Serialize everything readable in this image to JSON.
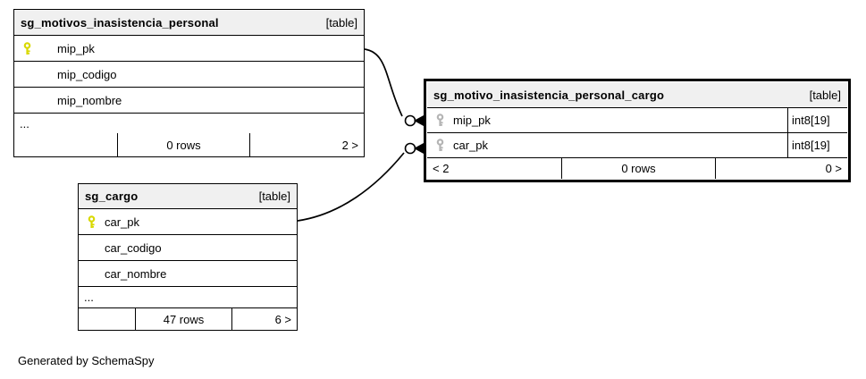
{
  "diagram": {
    "credit": "Generated by SchemaSpy"
  },
  "colors": {
    "primary_key_icon": "#d9d900",
    "foreign_key_icon": "#b4b4b4",
    "header_bg": "#f0f0f0",
    "border": "#000000",
    "background": "#ffffff"
  },
  "icons": {
    "primary_key": "key-icon-yellow",
    "foreign_key": "key-icon-gray"
  },
  "tables": [
    {
      "name": "sg_motivos_inasistencia_personal",
      "badge": "[table]",
      "columns": [
        {
          "name": "mip_pk"
        },
        {
          "name": "mip_codigo"
        },
        {
          "name": "mip_nombre"
        }
      ],
      "ellipsis": "...",
      "footer": {
        "left": "",
        "center": "0 rows",
        "right": "2 >"
      }
    },
    {
      "name": "sg_motivo_inasistencia_personal_cargo",
      "badge": "[table]",
      "columns": [
        {
          "name": "mip_pk",
          "type": "int8[19]"
        },
        {
          "name": "car_pk",
          "type": "int8[19]"
        }
      ],
      "footer": {
        "left": "< 2",
        "center": "0 rows",
        "right": "0 >"
      }
    },
    {
      "name": "sg_cargo",
      "badge": "[table]",
      "columns": [
        {
          "name": "car_pk"
        },
        {
          "name": "car_codigo"
        },
        {
          "name": "car_nombre"
        }
      ],
      "ellipsis": "...",
      "footer": {
        "left": "",
        "center": "47 rows",
        "right": "6 >"
      }
    }
  ]
}
